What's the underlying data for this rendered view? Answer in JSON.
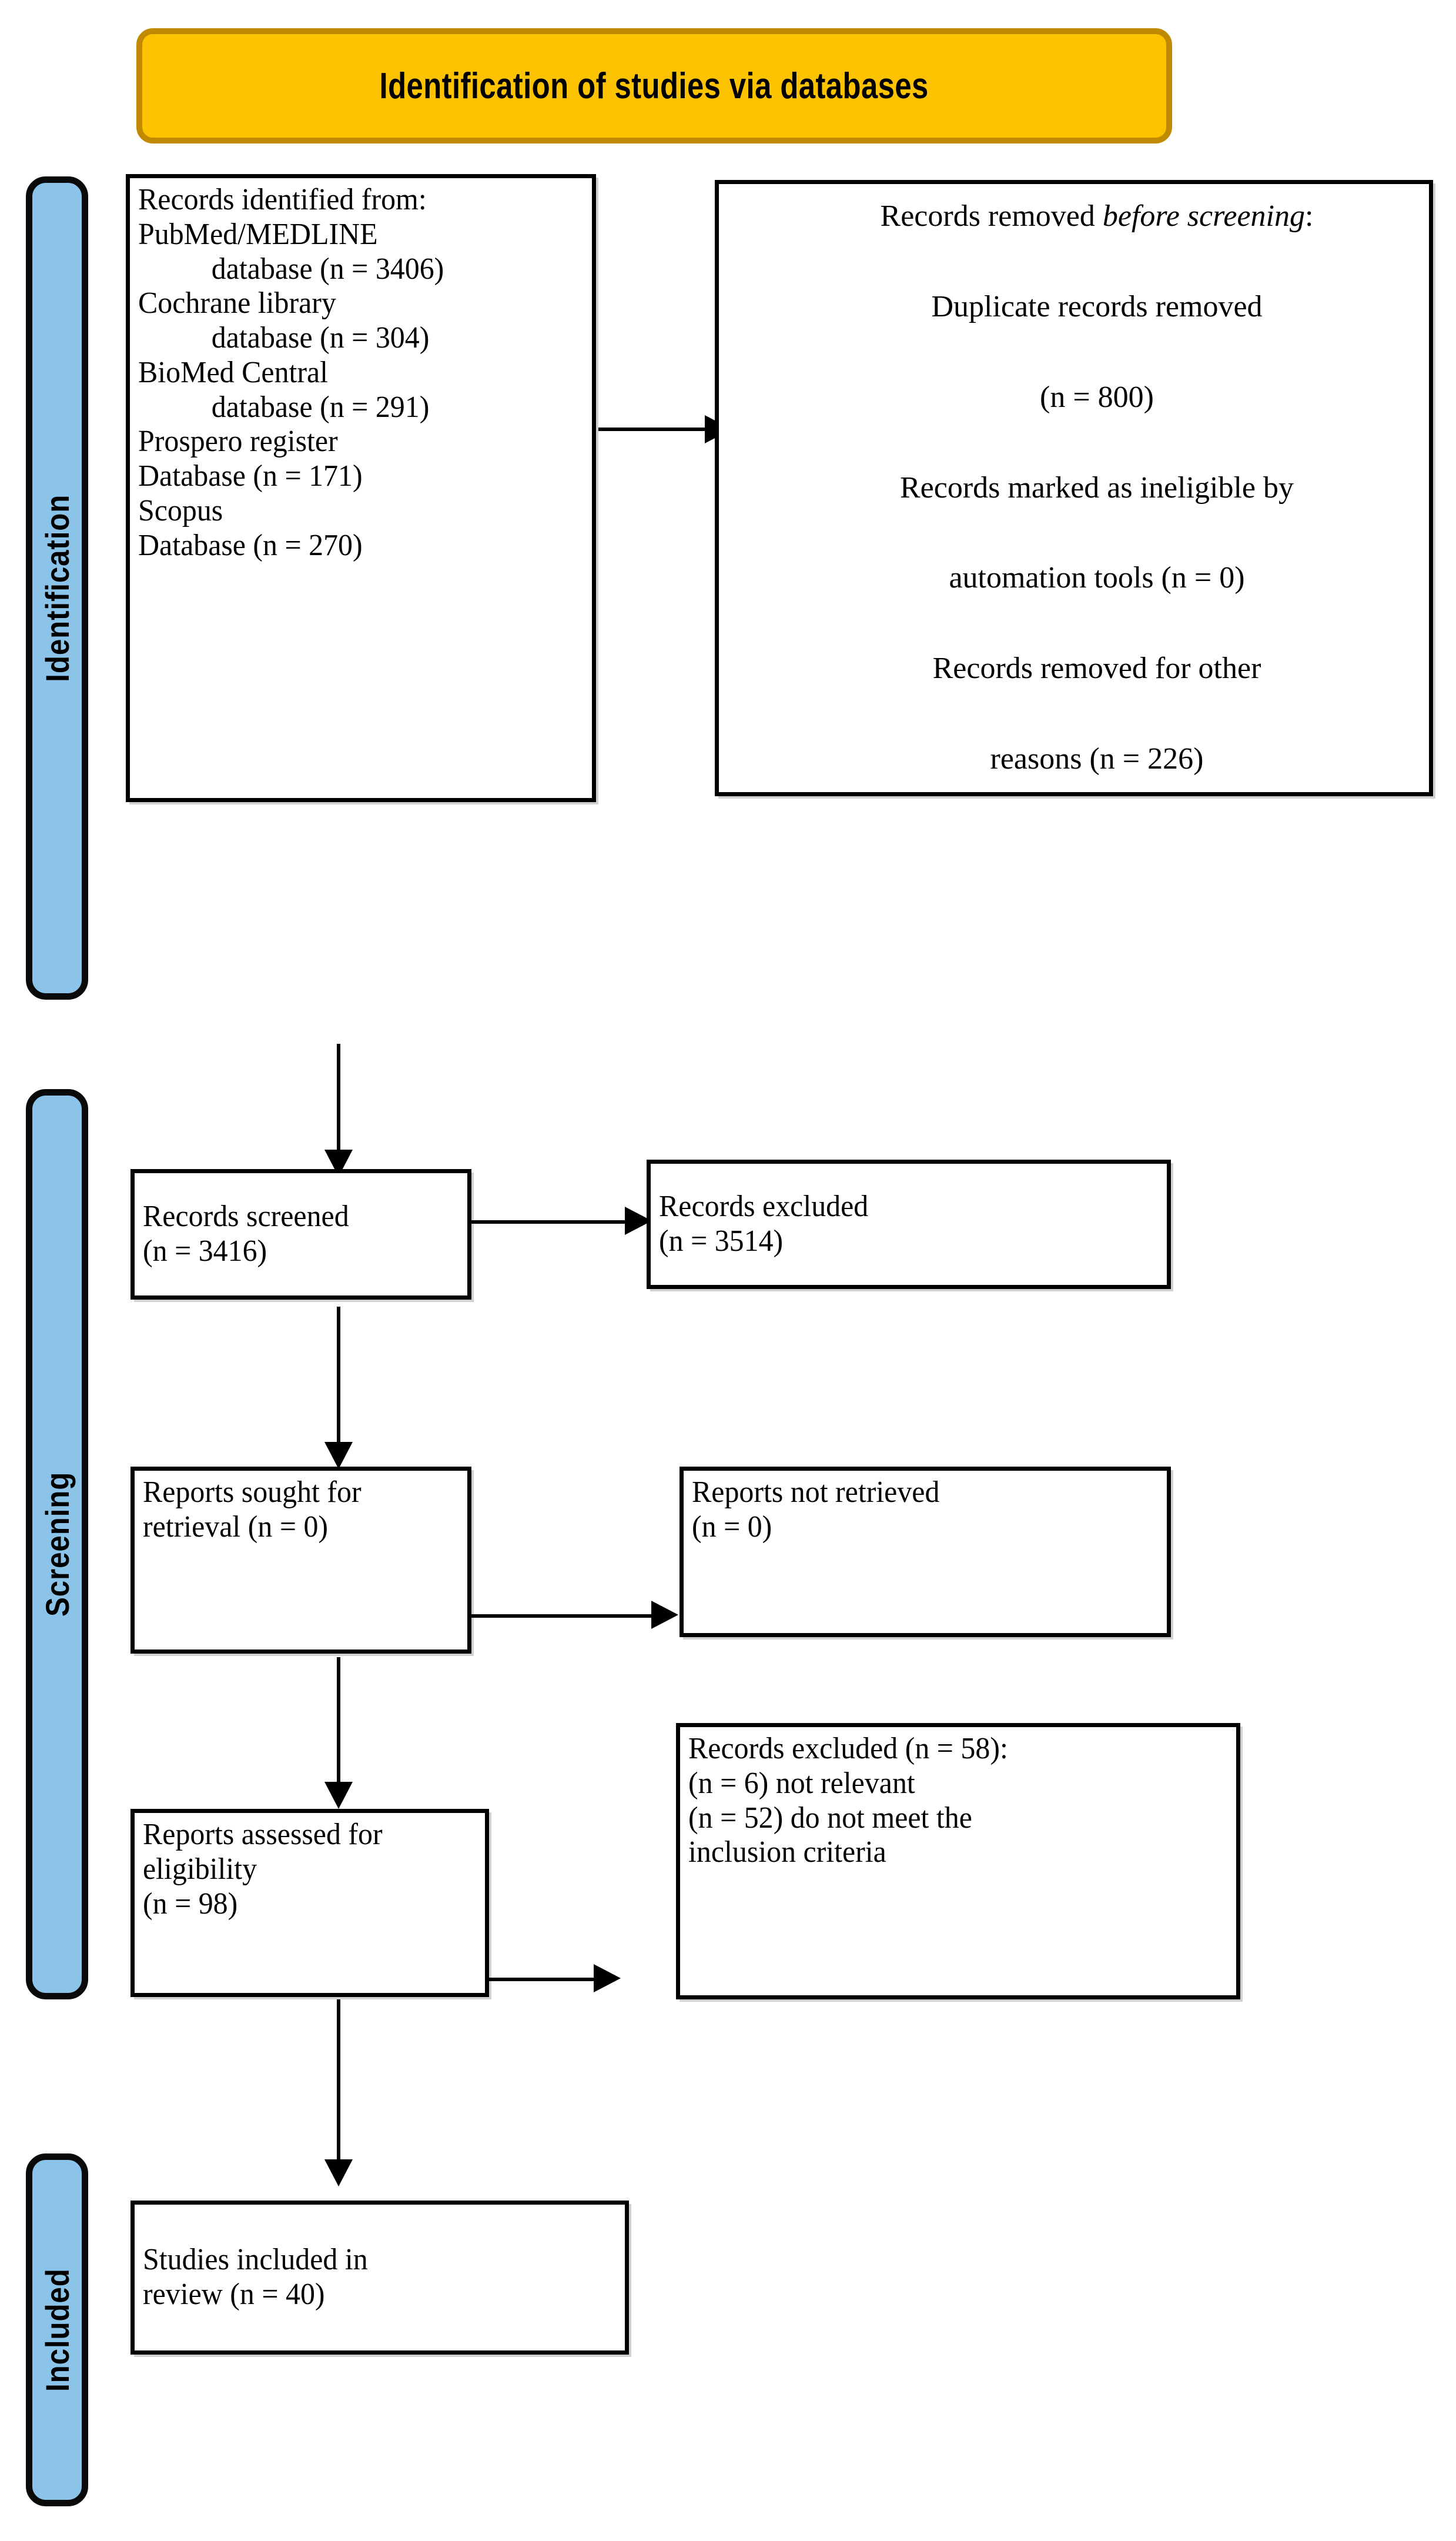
{
  "diagram": {
    "title": "Identification of studies via databases",
    "colors": {
      "banner_fill": "#FDC200",
      "banner_border": "#C08A00",
      "side_label_fill": "#8CC3E8",
      "box_border": "#000000",
      "box_fill": "#FFFFFF"
    }
  },
  "phase_banner": {
    "label": "Identification of studies via databases"
  },
  "side_labels": {
    "identification": "Identification",
    "screening": "Screening",
    "included": "Included"
  },
  "boxes": {
    "records_identified": {
      "name": "Records identified from",
      "text": "Records identified from:\nPubMed/MEDLINE\n          database (n = 3406)\nCochrane library\n          database (n = 304)\nBioMed Central\n          database (n = 291)\nProspero register\nDatabase (n = 171)\nScopus\nDatabase (n = 270)"
    },
    "records_removed": {
      "name": "Records removed before screening",
      "line1_pre": "Records removed ",
      "line1_italic": "before screening",
      "line1_post": ":",
      "line2": "Duplicate records removed",
      "line3": "(n = 800)",
      "line4": "Records marked as ineligible by",
      "line5": "automation tools (n = 0)",
      "line6": "Records removed for other",
      "line7": "reasons (n = 226)"
    },
    "records_screened": {
      "name": "Records screened",
      "text": "Records screened\n(n = 3416)"
    },
    "records_excluded_screening": {
      "name": "Records excluded",
      "text": "Records excluded\n(n = 3514)"
    },
    "reports_sought": {
      "name": "Reports sought for retrieval",
      "text": "Reports sought for\nretrieval (n = 0)"
    },
    "reports_not_retrieved": {
      "name": "Reports not retrieved",
      "text": "Reports not retrieved\n(n = 0)"
    },
    "reports_assessed": {
      "name": "Reports assessed for eligibility",
      "text": "Reports assessed for\neligibility\n(n = 98)"
    },
    "records_excluded_eligibility": {
      "name": "Records excluded with reasons",
      "text": "Records excluded (n = 58):\n(n = 6) not relevant\n(n = 52) do not meet the\ninclusion criteria"
    },
    "studies_included": {
      "name": "Studies included in review",
      "text": "Studies included in\nreview (n = 40)"
    }
  },
  "flow_counts": {
    "pubmed_medline": 3406,
    "cochrane_library": 304,
    "biomed_central": 291,
    "prospero_register": 171,
    "scopus": 270,
    "duplicates_removed": 800,
    "ineligible_automation": 0,
    "removed_other_reasons": 226,
    "records_screened": 3416,
    "records_excluded_screening": 3514,
    "reports_sought": 0,
    "reports_not_retrieved": 0,
    "reports_assessed": 98,
    "records_excluded_eligibility": 58,
    "excluded_not_relevant": 6,
    "excluded_inclusion_criteria": 52,
    "studies_included": 40
  }
}
